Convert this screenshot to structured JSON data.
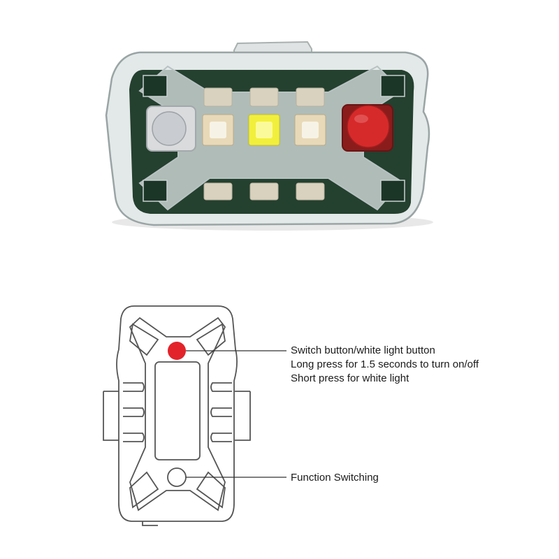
{
  "photo": {
    "subject": "LED safety light, top view",
    "led_colors": {
      "warm": "#e8d9b8",
      "yellow": "#f2ef3c",
      "red_button": "#d62a2a",
      "grey_button": "#d9dbdd",
      "pcb": "#1f3a2b"
    }
  },
  "diagram": {
    "outline_color": "#555555",
    "button_red": "#e3232a",
    "callouts": [
      {
        "lines": [
          "Switch button/white light button",
          "Long press for 1.5 seconds to turn on/off",
          "Short press for white light"
        ]
      },
      {
        "lines": [
          "Function Switching"
        ]
      }
    ]
  }
}
